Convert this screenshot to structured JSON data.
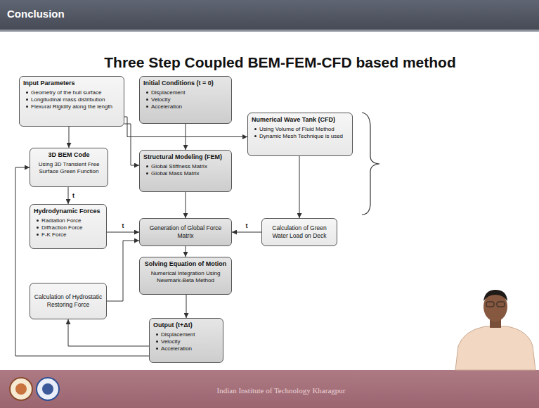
{
  "diagram": {
    "title": "Three Step Coupled BEM-FEM-CFD based method",
    "nodes": [
      {
        "text": [
          "Input Parameters",
          "Geometry of the hull surface",
          "Longitudinal mass distribution",
          "Flexural Rigidity along the length"
        ]
      },
      {
        "text": [
          "Initial Conditions (t = 0)",
          "Displacement",
          "Velocity",
          "Acceleration"
        ]
      },
      {
        "text": [
          "Numerical Wave Tank (CFD)",
          "Using Volume of Fluid Method",
          "Dynamic Mesh Technique is used"
        ]
      },
      {
        "text": [
          "3D BEM Code",
          "Using 3D Transient Free Surface Green Function"
        ]
      },
      {
        "text": [
          "Structural Modeling (FEM)",
          "Global Stiffness Matrix",
          "Global Mass Matrix"
        ]
      },
      {
        "text": [
          "Hydrodynamic Forces",
          "Radiation Force",
          "Diffraction Force",
          "F-K Force"
        ]
      },
      {
        "text": [
          "Generation of Global Force Matrix"
        ]
      },
      {
        "text": [
          "Calculation of Green Water Load on Deck"
        ]
      },
      {
        "text": [
          "Calculation of Hydrostatic Restoring Force"
        ]
      },
      {
        "text": [
          "Solving Equation of Motion",
          "Numerical Integration Using Newmark-Beta Method"
        ]
      },
      {
        "text": [
          "Output (t+Δt)",
          "Displacement",
          "Velocity",
          "Acceleration"
        ]
      }
    ],
    "edges": [
      {
        "from": 0,
        "to": 3,
        "arrow": "to"
      },
      {
        "from": 0,
        "to": 4,
        "arrow": "to"
      },
      {
        "from": 0,
        "to": 2,
        "arrow": "to"
      },
      {
        "from": 1,
        "to": 4,
        "arrow": "to"
      },
      {
        "from": 3,
        "to": 5,
        "label": "t",
        "arrow": "to"
      },
      {
        "from": 5,
        "to": 6,
        "label": "t",
        "arrow": "to"
      },
      {
        "from": 4,
        "to": 6,
        "arrow": "to"
      },
      {
        "from": 2,
        "to": 7,
        "arrow": "to"
      },
      {
        "from": 7,
        "to": 6,
        "label": "t",
        "arrow": "to"
      },
      {
        "from": 6,
        "to": 9,
        "arrow": "to"
      },
      {
        "from": 9,
        "to": 10,
        "arrow": "to"
      },
      {
        "from": 10,
        "to": 8,
        "arrow": "to"
      },
      {
        "from": 8,
        "to": 6,
        "arrow": "to"
      },
      {
        "from": 10,
        "to": 3,
        "arrow": "to"
      }
    ],
    "labels": [
      "Conclusion",
      "Indian Institute of Technology Kharagpur"
    ]
  }
}
